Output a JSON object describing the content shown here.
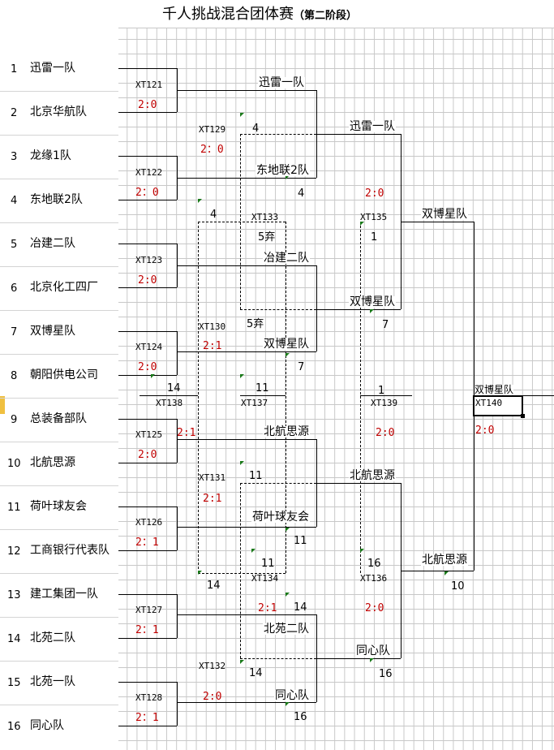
{
  "title": {
    "main": "千人挑战混合团体赛",
    "sub": "（第二阶段）"
  },
  "seeds": [
    {
      "no": "1",
      "name": "迅雷一队"
    },
    {
      "no": "2",
      "name": "北京华航队"
    },
    {
      "no": "3",
      "name": "龙缘1队"
    },
    {
      "no": "4",
      "name": "东地联2队"
    },
    {
      "no": "5",
      "name": "冶建二队"
    },
    {
      "no": "6",
      "name": "北京化工四厂"
    },
    {
      "no": "7",
      "name": "双博星队"
    },
    {
      "no": "8",
      "name": "朝阳供电公司"
    },
    {
      "no": "9",
      "name": "总装备部队"
    },
    {
      "no": "10",
      "name": "北航思源"
    },
    {
      "no": "11",
      "name": "荷叶球友会"
    },
    {
      "no": "12",
      "name": "工商银行代表队"
    },
    {
      "no": "13",
      "name": "建工集团一队"
    },
    {
      "no": "14",
      "name": "北苑二队"
    },
    {
      "no": "15",
      "name": "北苑一队"
    },
    {
      "no": "16",
      "name": "同心队"
    }
  ],
  "round1": [
    {
      "code": "XT121",
      "score": "2:0",
      "winner": "迅雷一队"
    },
    {
      "code": "XT122",
      "score": "2：0",
      "winner": "东地联2队"
    },
    {
      "code": "XT123",
      "score": "2:0",
      "winner": "冶建二队"
    },
    {
      "code": "XT124",
      "score": "2:0",
      "winner": "双博星队"
    },
    {
      "code": "XT125",
      "score": "2:0",
      "winner": "北航思源"
    },
    {
      "code": "XT126",
      "score": "2：1",
      "winner": "荷叶球友会"
    },
    {
      "code": "XT127",
      "score": "2：1",
      "winner": "北苑二队"
    },
    {
      "code": "XT128",
      "score": "2：1",
      "winner": "同心队"
    }
  ],
  "round2": [
    {
      "code": "XT129",
      "score": "2：0",
      "ref": "4"
    },
    {
      "code": "XT130",
      "score": "2:1",
      "ref": "5弃"
    },
    {
      "code": "XT131",
      "score": "2:1",
      "ref": "11"
    },
    {
      "code": "XT132",
      "score": "2:0",
      "ref": "14"
    },
    {
      "code": "XT133",
      "ref": "5弃"
    },
    {
      "code": "XT134",
      "score": "2:1",
      "ref": "14"
    }
  ],
  "round3": [
    {
      "code": "XT135",
      "score": "2:0",
      "winner": "迅雷一队",
      "ref": "1"
    },
    {
      "code": "XT136",
      "score": "2:0",
      "winner": "北航思源",
      "ref": "16"
    }
  ],
  "semi": [
    {
      "winner": "双博星队"
    },
    {
      "winner": "北航思源",
      "ref": "10"
    }
  ],
  "round_winners": {
    "w130": "双博星队",
    "w131": "北航思源",
    "w136b": "同心队",
    "w137b": "双博星队"
  },
  "misc_refs": {
    "r4a": "4",
    "r4b": "4",
    "r4c": "4",
    "r7a": "7",
    "r7b": "7",
    "r11a": "11",
    "r11b": "11",
    "r11c": "11",
    "r14a": "14",
    "r14b": "14",
    "r16a": "16",
    "r16b": "16",
    "r1a": "1",
    "r138": "14",
    "r137": "11",
    "r139": "1"
  },
  "cross": [
    {
      "code": "XT138",
      "score": "2:1"
    },
    {
      "code": "XT137"
    },
    {
      "code": "XT139",
      "score": "2:0"
    }
  ],
  "final": {
    "winner": "双博星队",
    "code": "XT140",
    "score": "2:0"
  },
  "colors": {
    "score": "#c00000",
    "flag": "#1a7a1a",
    "grid": "#c8c8c8"
  }
}
